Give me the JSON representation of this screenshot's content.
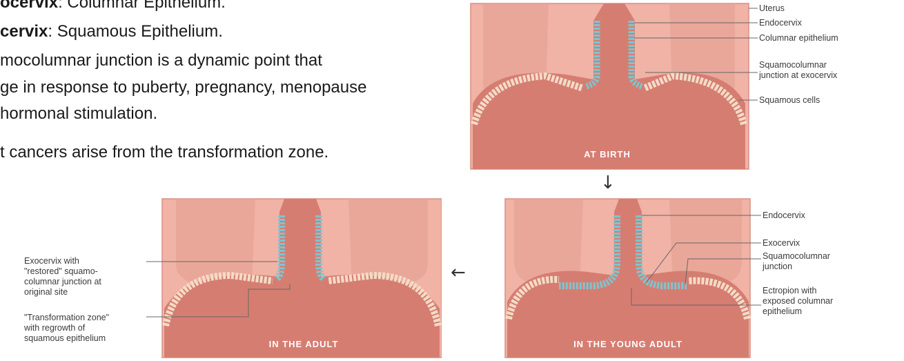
{
  "text": {
    "line1_bold": "ocervix",
    "line1_rest": ": Columnar Epithelium.",
    "line2_bold": "cervix",
    "line2_rest": ": Squamous Epithelium.",
    "line3": "mocolumnar junction is a dynamic point that",
    "line4": "ge in response to puberty, pregnancy, menopause",
    "line5": "hormonal stimulation.",
    "line6": "t cancers arise from the transformation zone."
  },
  "panels": {
    "birth": {
      "label": "AT BIRTH",
      "annotations": [
        "Uterus",
        "Endocervix",
        "Columnar epithelium",
        "Squamocolumnar",
        "junction at exocervix",
        "Squamous cells"
      ]
    },
    "young_adult": {
      "label": "IN THE YOUNG ADULT",
      "annotations": [
        "Endocervix",
        "Exocervix",
        "Squamocolumnar",
        "junction",
        "Ectropion with",
        "exposed columnar",
        "epithelium"
      ]
    },
    "adult": {
      "label": "IN THE ADULT",
      "annotations": [
        "Exocervix with",
        "\"restored\" squamo-",
        "columnar junction at",
        "original site",
        "\"Transformation zone\"",
        "with regrowth of",
        "squamous epithelium"
      ]
    }
  },
  "arrows": {
    "down": "↓",
    "left": "←"
  },
  "colors": {
    "background": "#f0b3a6",
    "tissue": "#d67d72",
    "columnar": "#7fc4cf",
    "squamous": "#f3dcc6"
  }
}
